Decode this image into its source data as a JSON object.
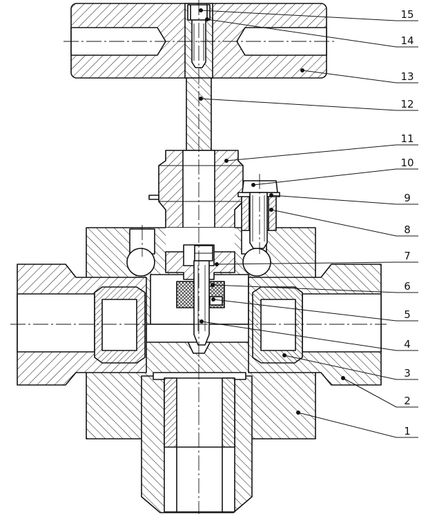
{
  "colors": {
    "ink": "#111111",
    "paper": "#ffffff",
    "knurl": "#444444"
  },
  "callouts": [
    {
      "label": "15",
      "part": "set-screw"
    },
    {
      "label": "14",
      "part": "pin"
    },
    {
      "label": "13",
      "part": "handwheel"
    },
    {
      "label": "12",
      "part": "stem"
    },
    {
      "label": "11",
      "part": "gland-nut"
    },
    {
      "label": "10",
      "part": "bolt"
    },
    {
      "label": "9",
      "part": "washer"
    },
    {
      "label": "8",
      "part": "sleeve"
    },
    {
      "label": "7",
      "part": "bonnet"
    },
    {
      "label": "6",
      "part": "packing"
    },
    {
      "label": "5",
      "part": "seal-ring"
    },
    {
      "label": "4",
      "part": "valve-plug"
    },
    {
      "label": "3",
      "part": "tube-fitting"
    },
    {
      "label": "2",
      "part": "union-nut"
    },
    {
      "label": "1",
      "part": "valve-body"
    }
  ]
}
